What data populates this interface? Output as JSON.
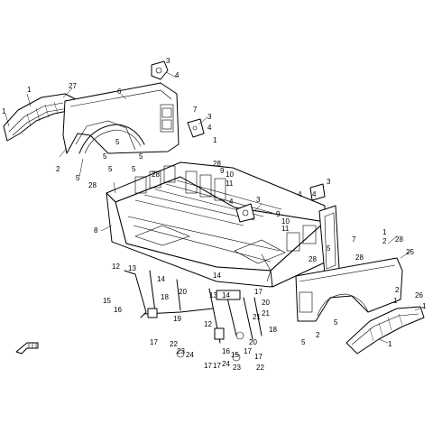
{
  "diagram": {
    "labels": [
      {
        "t": "1"
      },
      {
        "t": "1"
      },
      {
        "t": "27"
      },
      {
        "t": "6"
      },
      {
        "t": "2"
      },
      {
        "t": "5"
      },
      {
        "t": "3"
      },
      {
        "t": "4"
      },
      {
        "t": "7"
      },
      {
        "t": "3"
      },
      {
        "t": "4"
      },
      {
        "t": "1"
      },
      {
        "t": "5"
      },
      {
        "t": "5"
      },
      {
        "t": "28"
      },
      {
        "t": "5"
      },
      {
        "t": "5"
      },
      {
        "t": "28"
      },
      {
        "t": "9"
      },
      {
        "t": "10"
      },
      {
        "t": "11"
      },
      {
        "t": "5"
      },
      {
        "t": "28"
      },
      {
        "t": "8"
      },
      {
        "t": "3"
      },
      {
        "t": "4"
      },
      {
        "t": "4"
      },
      {
        "t": "3"
      },
      {
        "t": "4"
      },
      {
        "t": "9"
      },
      {
        "t": "10"
      },
      {
        "t": "11"
      },
      {
        "t": "1"
      },
      {
        "t": "2"
      },
      {
        "t": "7"
      },
      {
        "t": "28"
      },
      {
        "t": "25"
      },
      {
        "t": "5"
      },
      {
        "t": "28"
      },
      {
        "t": "28"
      },
      {
        "t": "12"
      },
      {
        "t": "13"
      },
      {
        "t": "14"
      },
      {
        "t": "14"
      },
      {
        "t": "15"
      },
      {
        "t": "16"
      },
      {
        "t": "18"
      },
      {
        "t": "20"
      },
      {
        "t": "19"
      },
      {
        "t": "13"
      },
      {
        "t": "14"
      },
      {
        "t": "17"
      },
      {
        "t": "20"
      },
      {
        "t": "21"
      },
      {
        "t": "18"
      },
      {
        "t": "2"
      },
      {
        "t": "1"
      },
      {
        "t": "26"
      },
      {
        "t": "1"
      },
      {
        "t": "5"
      },
      {
        "t": "2"
      },
      {
        "t": "5"
      },
      {
        "t": "1"
      },
      {
        "t": "17"
      },
      {
        "t": "22"
      },
      {
        "t": "23"
      },
      {
        "t": "24"
      },
      {
        "t": "12"
      },
      {
        "t": "17"
      },
      {
        "t": "16"
      },
      {
        "t": "17"
      },
      {
        "t": "24"
      },
      {
        "t": "15"
      },
      {
        "t": "23"
      },
      {
        "t": "17"
      },
      {
        "t": "22"
      },
      {
        "t": "20"
      },
      {
        "t": "21"
      },
      {
        "t": "17"
      }
    ]
  }
}
